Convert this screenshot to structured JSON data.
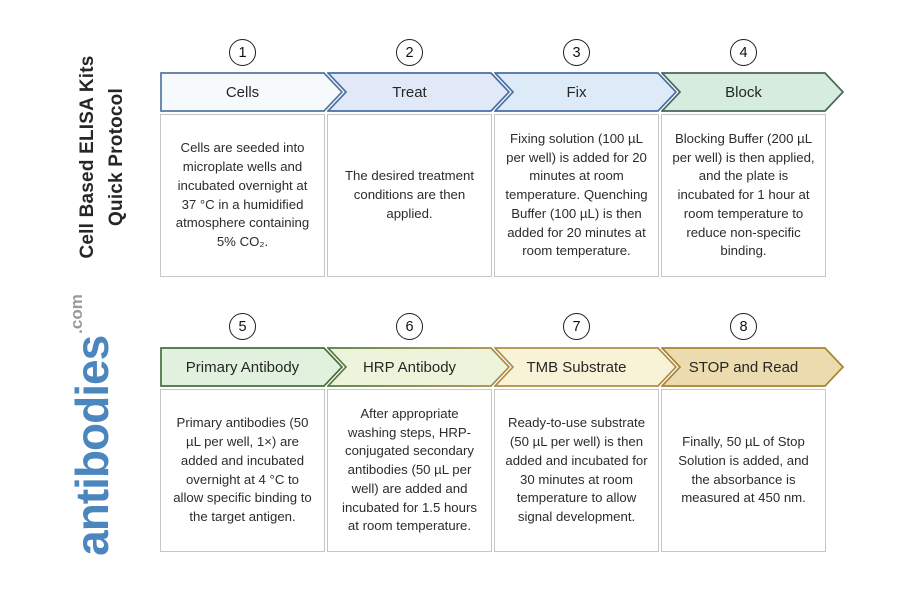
{
  "title": {
    "line1": "Cell Based ELISA Kits",
    "line2": "Quick Protocol"
  },
  "logo": {
    "name": "antibodies",
    "suffix": ".com",
    "name_color": "#4c86bf",
    "suffix_color": "#9a9a9a"
  },
  "steps": [
    {
      "number": "1",
      "label": "Cells",
      "description": "Cells are seeded into microplate wells and incubated overnight at 37 °C in a humidified atmosphere containing 5% CO₂.",
      "fill": "#f7fafd",
      "stroke": "#54779f"
    },
    {
      "number": "2",
      "label": "Treat",
      "description": "The desired treatment conditions are then applied.",
      "fill": "#e1e8f8",
      "stroke": "#4a6fa5"
    },
    {
      "number": "3",
      "label": "Fix",
      "description": "Fixing solution (100 µL per well) is added for 20 minutes at room temperature. Quenching Buffer (100 µL) is then added for 20 minutes at room temperature.",
      "fill": "#ddeaf7",
      "stroke": "#4a6fa5"
    },
    {
      "number": "4",
      "label": "Block",
      "description": "Blocking Buffer (200 µL per well) is then applied, and the plate is incubated for 1 hour at room temperature to reduce non-specific binding.",
      "fill": "#d5ecdf",
      "stroke": "#4a665c"
    },
    {
      "number": "5",
      "label": "Primary Antibody",
      "description": "Primary antibodies (50 µL per well, 1×) are added and incubated overnight at 4 °C to allow specific binding to the target antigen.",
      "fill": "#e2f1dd",
      "stroke": "#44703b"
    },
    {
      "number": "6",
      "label": "HRP Antibody",
      "description": "After appropriate washing steps, HRP-conjugated secondary antibodies (50 µL per well) are added and incubated for 1.5 hours at room temperature.",
      "fill": "#edf4dc",
      "stroke_from": "#557a3c",
      "stroke_to": "#b08d4a"
    },
    {
      "number": "7",
      "label": "TMB Substrate",
      "description": "Ready-to-use substrate (50 µL per well) is then added and incubated for 30 minutes at room temperature to allow signal development.",
      "fill": "#f8f3d7",
      "stroke": "#b08d4a"
    },
    {
      "number": "8",
      "label": "STOP and Read",
      "description": "Finally, 50 µL of Stop Solution is added, and the absorbance is measured at 450 nm.",
      "fill": "#ecdbae",
      "stroke": "#a8842e"
    }
  ]
}
